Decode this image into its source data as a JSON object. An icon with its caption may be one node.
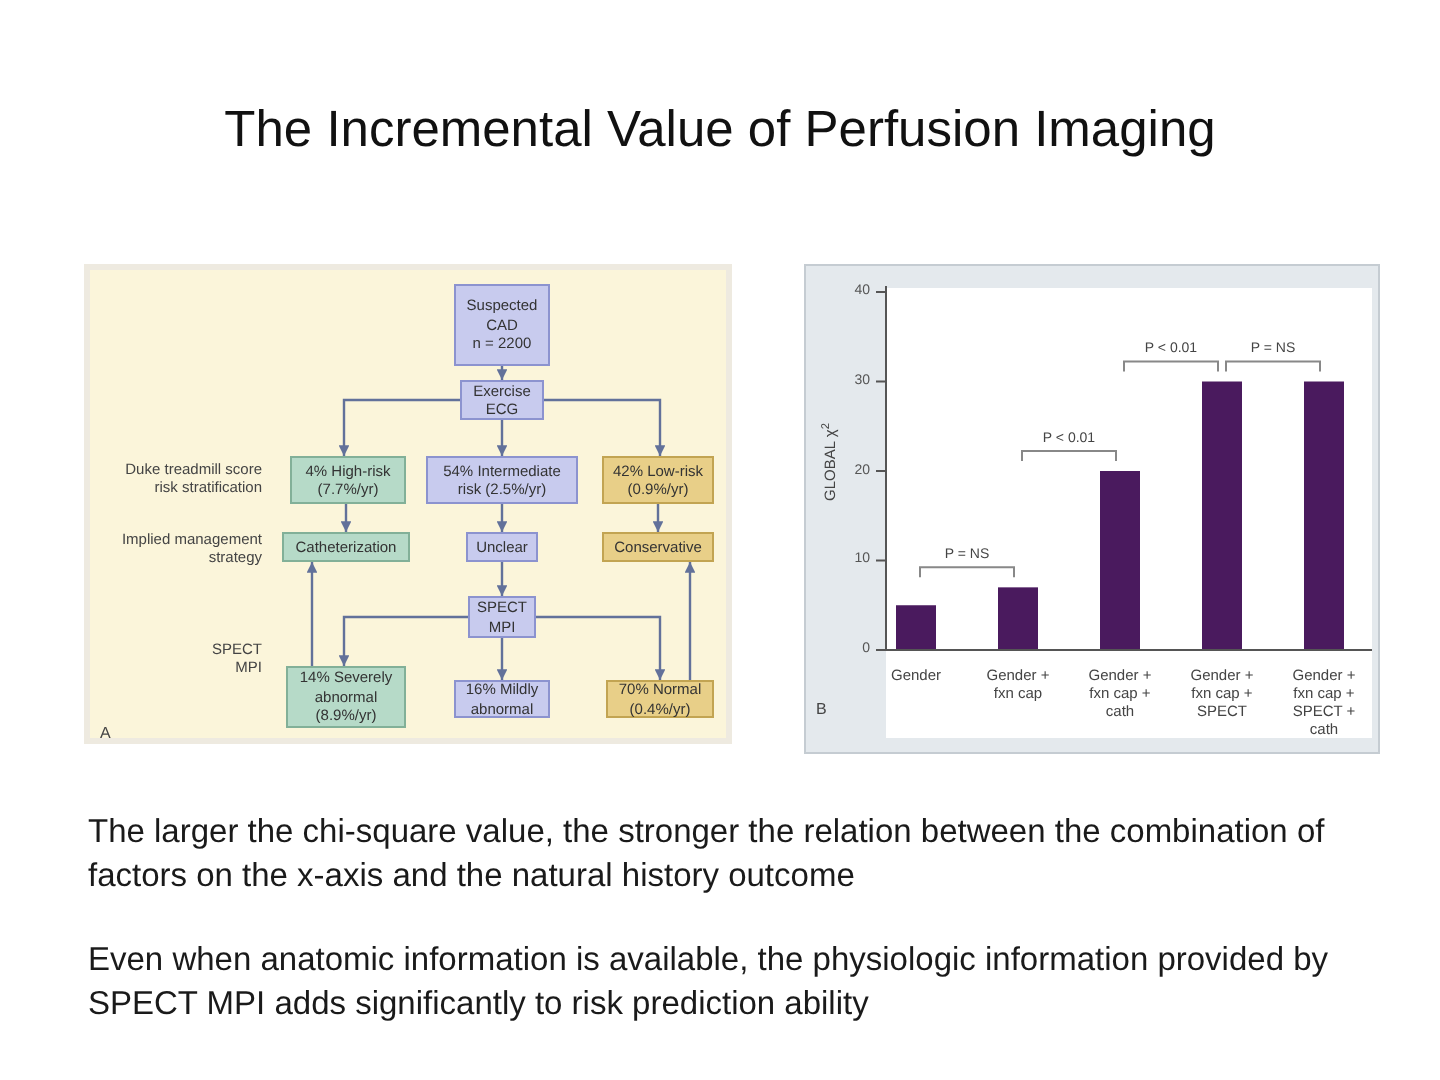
{
  "diagram": {
    "title": "The Incremental Value of Perfusion Imaging",
    "nodes": [
      {
        "text": [
          "Suspected CAD",
          "n = 2200"
        ]
      },
      {
        "text": [
          "Exercise ECG"
        ]
      },
      {
        "text": [
          "4% High-risk (7.7%/yr)"
        ]
      },
      {
        "text": [
          "54% Intermediate risk (2.5%/yr)"
        ]
      },
      {
        "text": [
          "42% Low-risk (0.9%/yr)"
        ]
      },
      {
        "text": [
          "Catheterization"
        ]
      },
      {
        "text": [
          "Unclear"
        ]
      },
      {
        "text": [
          "Conservative"
        ]
      },
      {
        "text": [
          "SPECT MPI"
        ]
      },
      {
        "text": [
          "14% Severely abnormal (8.9%/yr)"
        ]
      },
      {
        "text": [
          "16% Mildly abnormal"
        ]
      },
      {
        "text": [
          "70% Normal (0.4%/yr)"
        ]
      }
    ],
    "edges": [
      {
        "from": 0,
        "to": 1,
        "arrow": "to"
      },
      {
        "from": 1,
        "to": 2,
        "arrow": "to"
      },
      {
        "from": 1,
        "to": 3,
        "arrow": "to"
      },
      {
        "from": 1,
        "to": 4,
        "arrow": "to"
      },
      {
        "from": 2,
        "to": 5,
        "arrow": "to"
      },
      {
        "from": 3,
        "to": 6,
        "arrow": "to"
      },
      {
        "from": 4,
        "to": 7,
        "arrow": "to"
      },
      {
        "from": 6,
        "to": 8,
        "arrow": "to"
      },
      {
        "from": 8,
        "to": 9,
        "arrow": "to"
      },
      {
        "from": 8,
        "to": 10,
        "arrow": "to"
      },
      {
        "from": 8,
        "to": 11,
        "arrow": "to"
      },
      {
        "from": 9,
        "to": 5,
        "arrow": "to"
      },
      {
        "from": 11,
        "to": 7,
        "arrow": "to"
      }
    ],
    "labels": [
      "Duke treadmill score risk stratification",
      "Implied management strategy",
      "SPECT MPI",
      "A",
      "B",
      "The larger the chi-square value, the stronger the relation between the combination of factors on the x-axis and the natural history outcome",
      "Even when anatomic information is available, the physiologic information provided by SPECT MPI adds significantly to risk prediction ability"
    ],
    "chart_data": {
      "type": "bar",
      "ylabel": "GLOBAL χ$^{2}$",
      "categories": [
        "Gender",
        "Gender + fxn cap",
        "Gender + fxn cap + cath",
        "Gender + fxn cap + SPECT",
        "Gender + fxn cap + SPECT + cath"
      ],
      "series": [
        {
          "color": "#4a1a5e",
          "values": [
            5,
            7,
            20,
            30,
            30
          ]
        }
      ],
      "ylim": [
        0,
        40
      ],
      "yticks": [
        0,
        10,
        20,
        30,
        40
      ],
      "annotations": [
        "P = NS",
        "P < 0.01",
        "P < 0.01",
        "P = NS"
      ]
    }
  }
}
